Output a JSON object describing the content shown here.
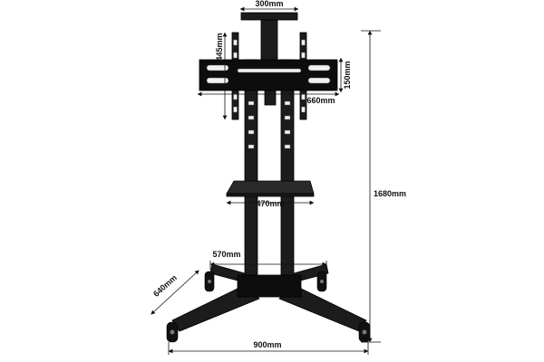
{
  "diagram": {
    "dimensions": {
      "top_width": "300mm",
      "vesa_height": "445mm",
      "bracket_height": "150mm",
      "bracket_width": "660mm",
      "shelf_width": "470mm",
      "total_height": "1680mm",
      "inner_base_width": "570mm",
      "base_depth": "640mm",
      "base_width": "900mm"
    },
    "colors": {
      "metal": "#1c1c1c",
      "background": "#ffffff",
      "dimension_lines": "#111111"
    }
  }
}
